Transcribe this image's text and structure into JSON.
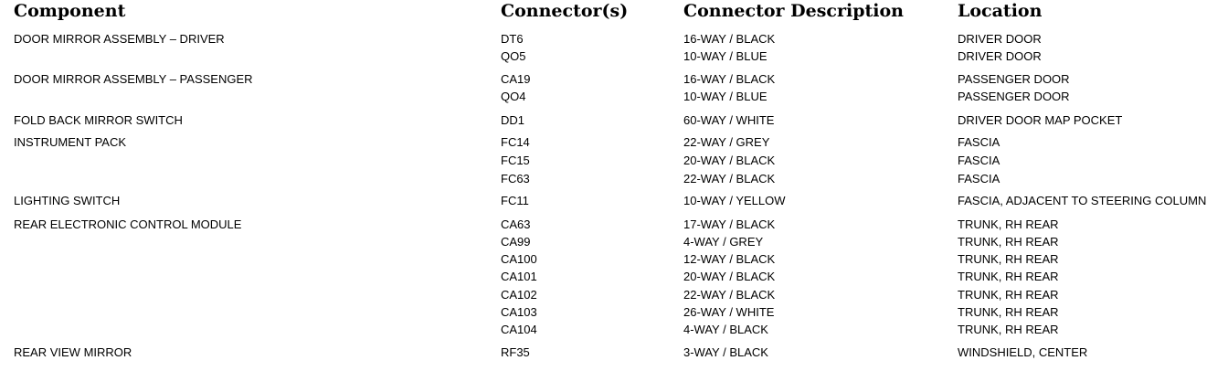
{
  "headers": {
    "component": "Component",
    "connectors": "Connector(s)",
    "description": "Connector Description",
    "location": "Location"
  },
  "rows": [
    {
      "component": "DOOR MIRROR ASSEMBLY – DRIVER",
      "connector": "DT6",
      "description": "16-WAY / BLACK",
      "location": "DRIVER DOOR"
    },
    {
      "component": "",
      "connector": "QO5",
      "description": "10-WAY / BLUE",
      "location": "DRIVER DOOR"
    },
    {
      "component": "DOOR MIRROR ASSEMBLY – PASSENGER",
      "connector": "CA19",
      "description": "16-WAY / BLACK",
      "location": "PASSENGER DOOR"
    },
    {
      "component": "",
      "connector": "QO4",
      "description": "10-WAY / BLUE",
      "location": "PASSENGER DOOR"
    },
    {
      "component": "FOLD BACK MIRROR SWITCH",
      "connector": "DD1",
      "description": "60-WAY / WHITE",
      "location": "DRIVER DOOR MAP POCKET"
    },
    {
      "component": "INSTRUMENT PACK",
      "connector": "FC14",
      "description": "22-WAY / GREY",
      "location": "FASCIA"
    },
    {
      "component": "",
      "connector": "FC15",
      "description": "20-WAY / BLACK",
      "location": "FASCIA"
    },
    {
      "component": "",
      "connector": "FC63",
      "description": "22-WAY / BLACK",
      "location": "FASCIA"
    },
    {
      "component": "LIGHTING SWITCH",
      "connector": "FC11",
      "description": "10-WAY / YELLOW",
      "location": "FASCIA, ADJACENT TO STEERING COLUMN"
    },
    {
      "component": "REAR ELECTRONIC CONTROL MODULE",
      "connector": "CA63",
      "description": "17-WAY / BLACK",
      "location": "TRUNK, RH REAR"
    },
    {
      "component": "",
      "connector": "CA99",
      "description": "4-WAY / GREY",
      "location": "TRUNK, RH REAR"
    },
    {
      "component": "",
      "connector": "CA100",
      "description": "12-WAY / BLACK",
      "location": "TRUNK, RH REAR"
    },
    {
      "component": "",
      "connector": "CA101",
      "description": "20-WAY / BLACK",
      "location": "TRUNK, RH REAR"
    },
    {
      "component": "",
      "connector": "CA102",
      "description": "22-WAY / BLACK",
      "location": "TRUNK, RH REAR"
    },
    {
      "component": "",
      "connector": "CA103",
      "description": "26-WAY / WHITE",
      "location": "TRUNK, RH REAR"
    },
    {
      "component": "",
      "connector": "CA104",
      "description": "4-WAY / BLACK",
      "location": "TRUNK, RH REAR"
    },
    {
      "component": "REAR VIEW MIRROR",
      "connector": "RF35",
      "description": "3-WAY / BLACK",
      "location": "WINDSHIELD, CENTER"
    }
  ]
}
